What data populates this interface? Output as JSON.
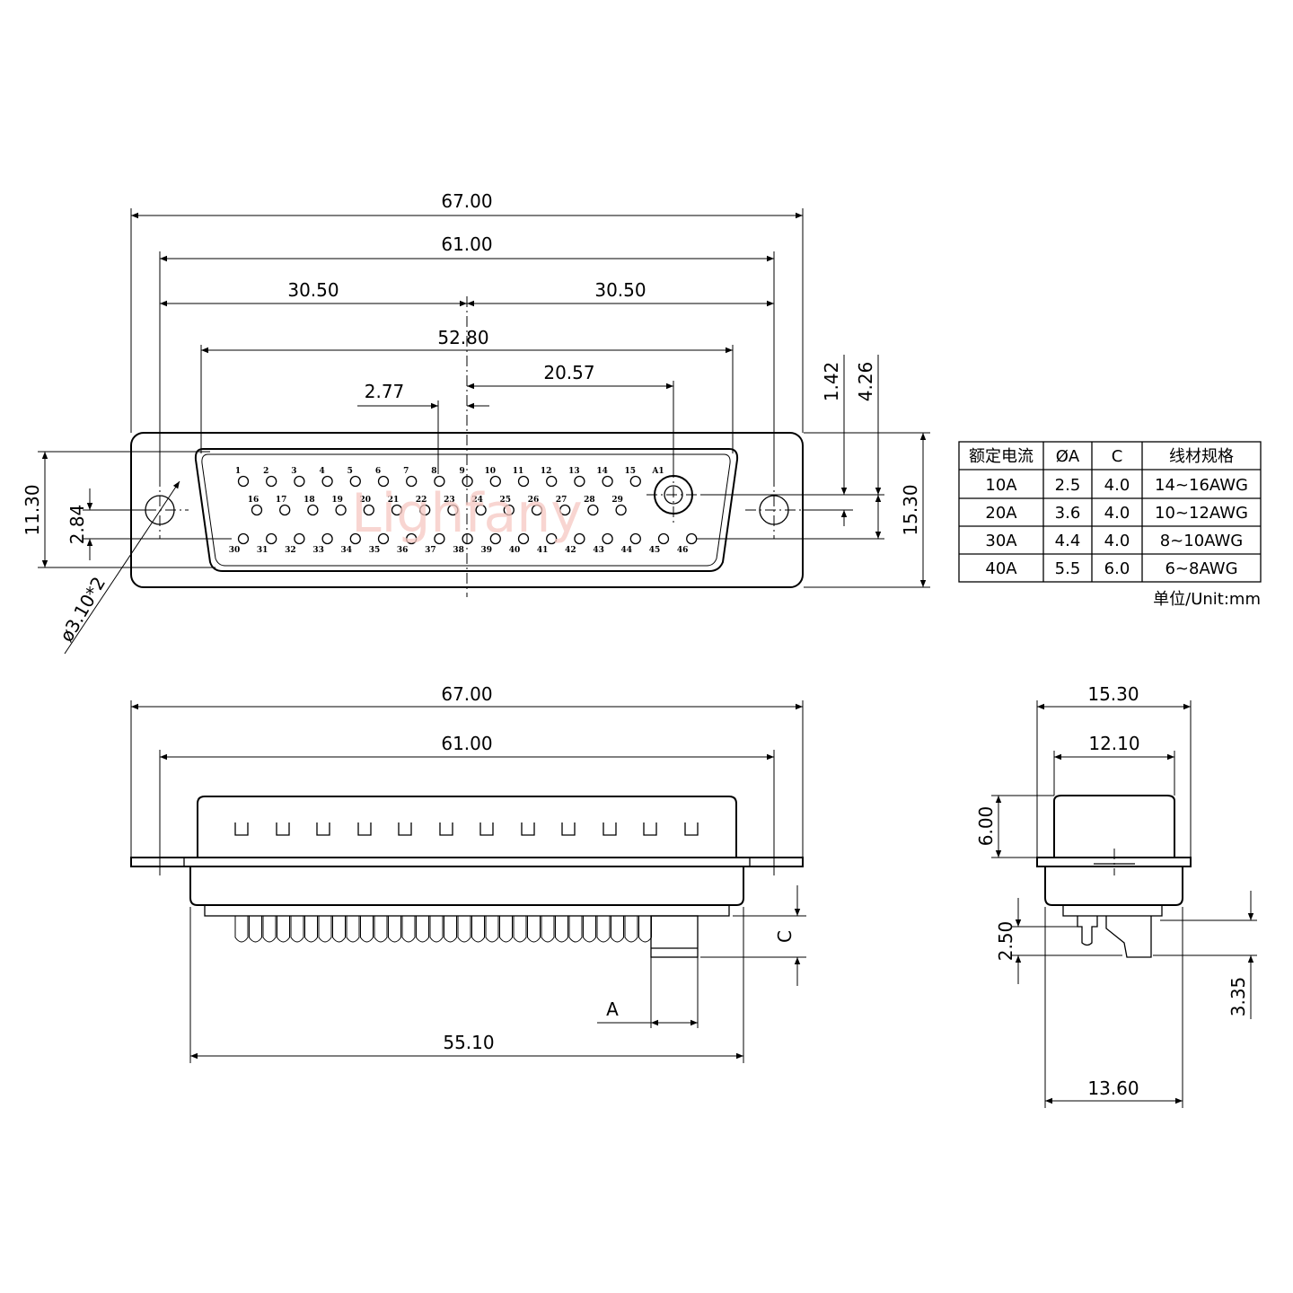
{
  "drawing": {
    "front": {
      "dims": {
        "overall": "67.00",
        "mount": "61.00",
        "half_left": "30.50",
        "half_right": "30.50",
        "shell": "52.80",
        "coax_offset": "20.57",
        "pitch": "2.77",
        "d142": "1.42",
        "d426": "4.26",
        "h1130": "11.30",
        "h284": "2.84",
        "h1530": "15.30",
        "hole": "ø3.10*2"
      },
      "watermark": "Lighfany",
      "pins": {
        "row1": [
          "1",
          "2",
          "3",
          "4",
          "5",
          "6",
          "7",
          "8",
          "9",
          "10",
          "11",
          "12",
          "13",
          "14",
          "15",
          "A1"
        ],
        "row2": [
          "16",
          "17",
          "18",
          "19",
          "20",
          "21",
          "22",
          "23",
          "24",
          "25",
          "26",
          "27",
          "28",
          "29"
        ],
        "row3": [
          "30",
          "31",
          "32",
          "33",
          "34",
          "35",
          "36",
          "37",
          "38",
          "39",
          "40",
          "41",
          "42",
          "43",
          "44",
          "45",
          "46"
        ]
      }
    },
    "bottom": {
      "dims": {
        "overall": "67.00",
        "mount": "61.00",
        "body": "55.10",
        "a": "A",
        "c": "C"
      }
    },
    "side": {
      "dims": {
        "w1530": "15.30",
        "w1210": "12.10",
        "h600": "6.00",
        "h250": "2.50",
        "h335": "3.35",
        "w1360": "13.60"
      }
    },
    "table": {
      "headers": [
        "额定电流",
        "ØA",
        "C",
        "线材规格"
      ],
      "rows": [
        [
          "10A",
          "2.5",
          "4.0",
          "14~16AWG"
        ],
        [
          "20A",
          "3.6",
          "4.0",
          "10~12AWG"
        ],
        [
          "30A",
          "4.4",
          "4.0",
          "8~10AWG"
        ],
        [
          "40A",
          "5.5",
          "6.0",
          "6~8AWG"
        ]
      ],
      "unit": "单位/Unit:mm"
    }
  }
}
